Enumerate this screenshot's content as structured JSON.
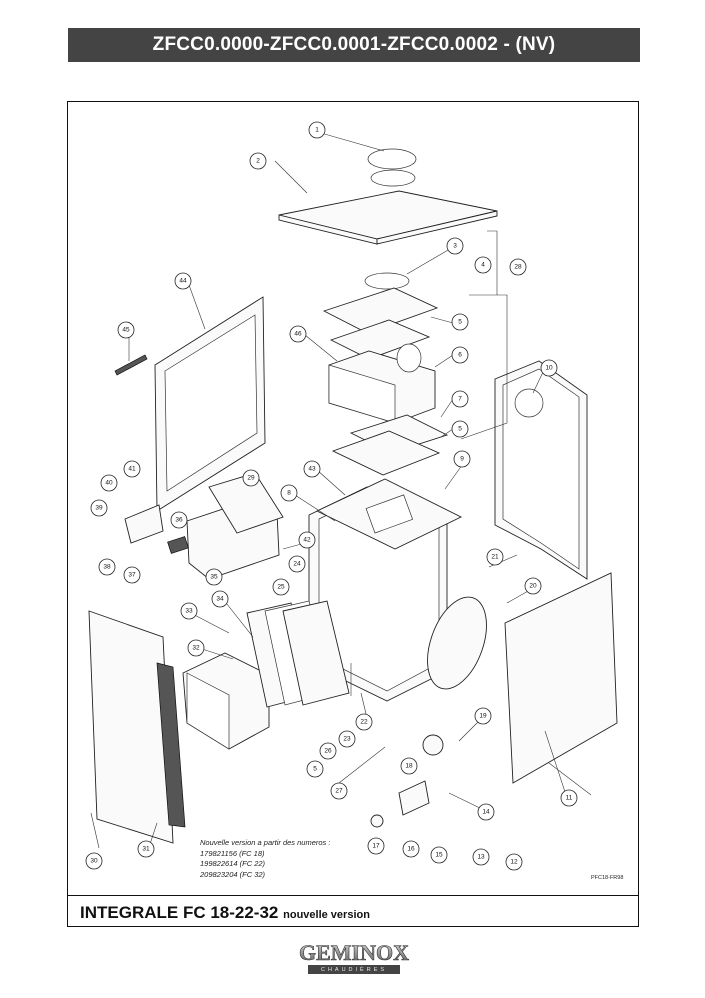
{
  "header": {
    "title": "ZFCC0.0000-ZFCC0.0001-ZFCC0.0002 - (NV)"
  },
  "callouts": [
    "1",
    "2",
    "3",
    "4",
    "28",
    "5",
    "6",
    "7",
    "5",
    "46",
    "44",
    "45",
    "10",
    "9",
    "8",
    "43",
    "41",
    "40",
    "39",
    "38",
    "37",
    "36",
    "35",
    "29",
    "42",
    "24",
    "25",
    "21",
    "20",
    "34",
    "33",
    "32",
    "30",
    "31",
    "26",
    "23",
    "22",
    "5",
    "27",
    "19",
    "18",
    "14",
    "13",
    "15",
    "16",
    "17",
    "12",
    "11"
  ],
  "version_note": {
    "line1": "Nouvelle version a partir des numeros :",
    "line2": "179821156 (FC 18)",
    "line3": "199822614 (FC 22)",
    "line4": "209823204 (FC 32)"
  },
  "ref_code": "PFC18-FR98",
  "footer": {
    "title": "INTEGRALE FC 18-22-32",
    "subtitle": "nouvelle version"
  },
  "brand": {
    "logo": "GEMINOX",
    "tagline": "CHAUDIÈRES"
  }
}
